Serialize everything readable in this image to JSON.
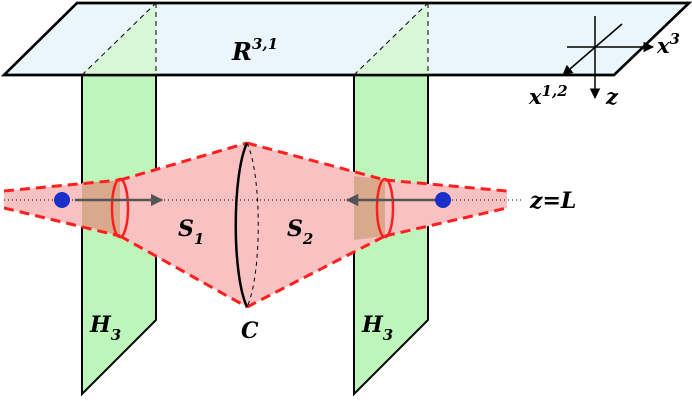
{
  "colors": {
    "plane_fill": "#eaf6fb",
    "brane_fill": "#bdf5bb",
    "brane_top_fill": "#d7f7d7",
    "cone_fill": "#f9c2c2",
    "overlap_fill": "#d9a98e",
    "red_line": "#ff1f1f",
    "marker": "#1a2fc8",
    "arrow": "#555555"
  },
  "labels": {
    "plane": {
      "base": "R",
      "sup": "3,1"
    },
    "brane_left": {
      "base": "H",
      "sub": "3"
    },
    "brane_right": {
      "base": "H",
      "sub": "3"
    },
    "surface_left": {
      "base": "S",
      "sub": "1"
    },
    "surface_right": {
      "base": "S",
      "sub": "2"
    },
    "point_c": "C",
    "z_level": "z=L",
    "axis_x3": {
      "base": "x",
      "sup": "3"
    },
    "axis_x12": {
      "base": "x",
      "sup": "1,2"
    },
    "axis_z": "z"
  }
}
